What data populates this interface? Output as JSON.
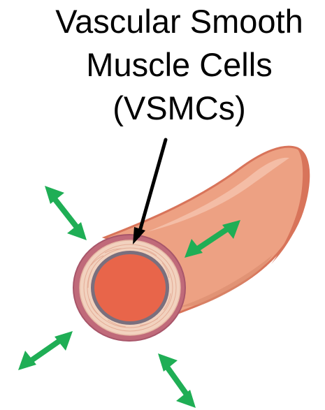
{
  "title": {
    "line1": "Vascular Smooth",
    "line2": "Muscle Cells",
    "line3": "(VSMCs)"
  },
  "colors": {
    "vessel_body": "#eda183",
    "vessel_outline": "#d8745a",
    "vessel_highlight": "#f5c2ad",
    "wall_outer": "#c06a7a",
    "wall_inner_layer": "#f2d2bf",
    "lumen": "#e8654a",
    "lumen_ring": "#7a6f7d",
    "arrow": "#1fae55",
    "pointer": "#000000"
  }
}
